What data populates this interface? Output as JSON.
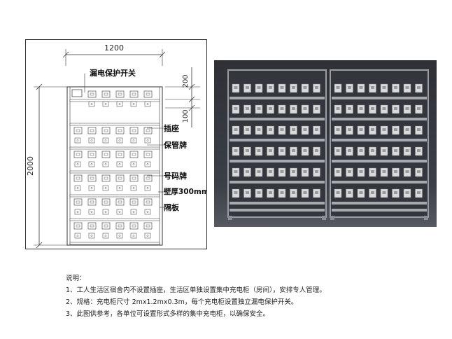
{
  "drawing": {
    "dim_width": "1200",
    "dim_height": "2000",
    "dim_top": "200",
    "dim_gap": "100",
    "labels": {
      "leakage_switch": "漏电保护开关",
      "socket": "插座",
      "custody_tag": "保管牌",
      "number_tag": "号码牌",
      "wall_thickness": "壁厚300mm",
      "shelf": "隔板"
    }
  },
  "notes": {
    "title": "说明：",
    "items": [
      "1、工人生活区宿舍内不设置插座，生活区单独设置集中充电柜（房间），安排专人管理。",
      "2、规格：充电柜尺寸 2mx1.2mx0.3m，每个充电柜设置独立漏电保护开关。",
      "3、此图供参考，各单位可设置形式多样的集中充电柜，以确保安全。"
    ]
  },
  "colors": {
    "line": "#333333",
    "render_bg": "#3a3d44",
    "render_floor": "#4a4d55",
    "cabinet_frame": "#8a8d92",
    "socket_face": "#d9dadc"
  }
}
